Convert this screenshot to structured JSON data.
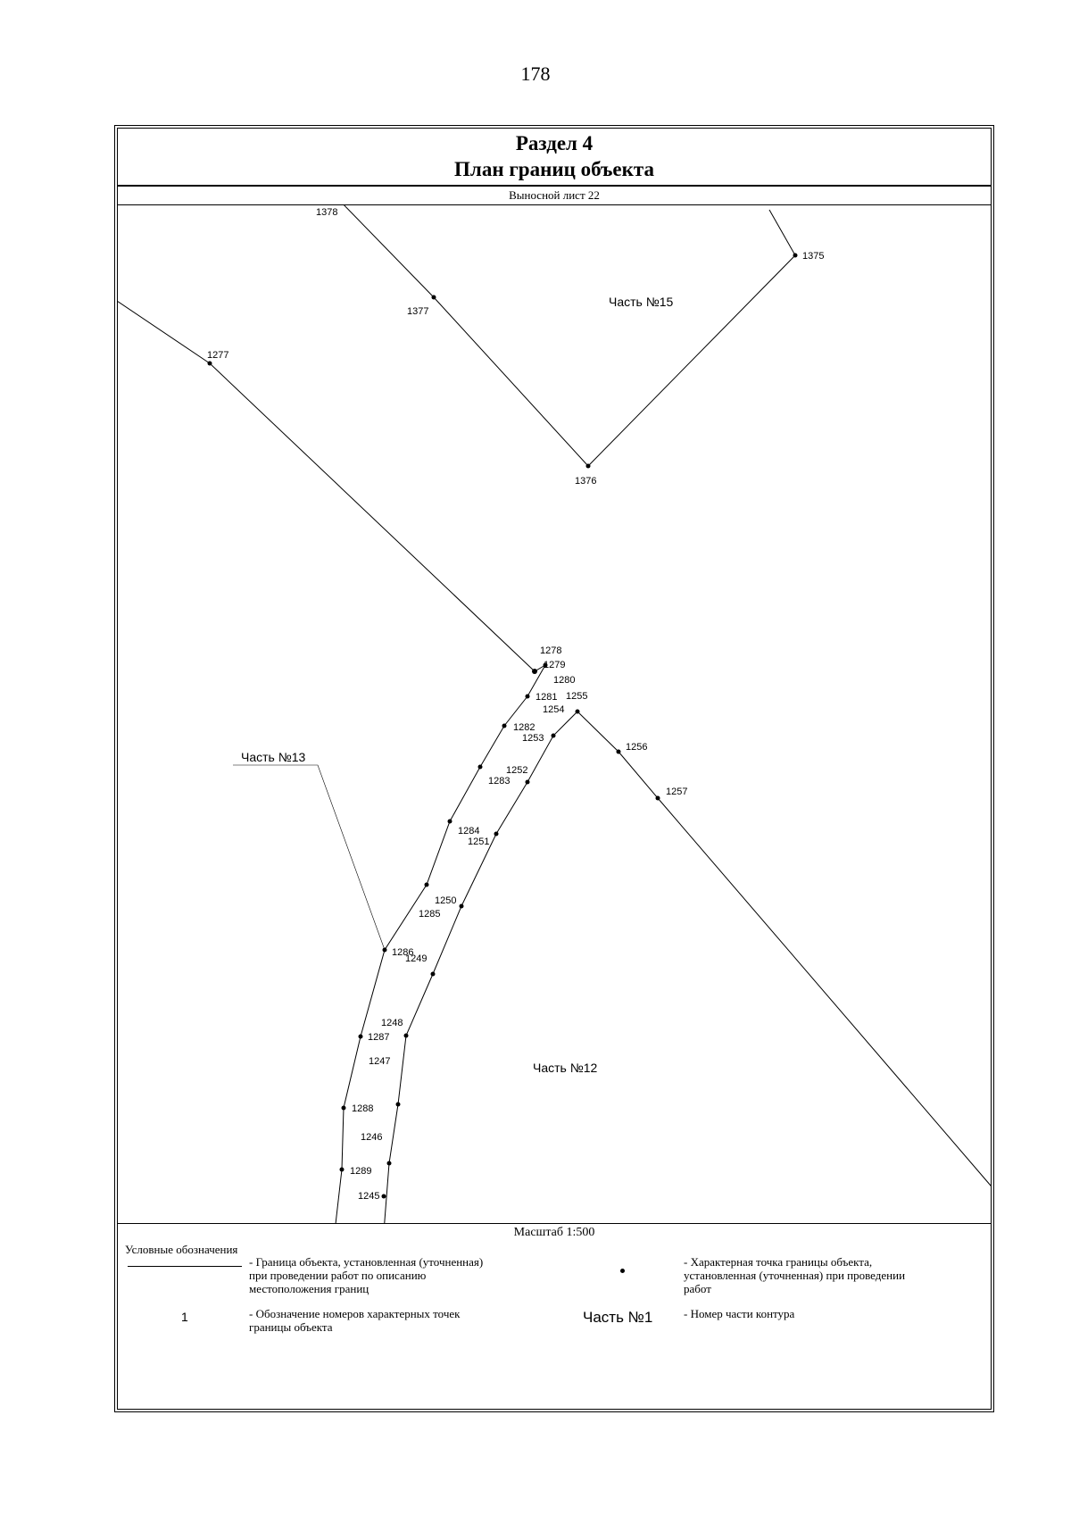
{
  "page_number": "178",
  "title": {
    "line1": "Раздел 4",
    "line2": "План границ объекта"
  },
  "sheet_label": "Выносной лист 22",
  "scale_label": "Масштаб 1:500",
  "parts": {
    "part15": "Часть №15",
    "part13": "Часть №13",
    "part12": "Часть №12"
  },
  "points": {
    "p1375": "1375",
    "p1376": "1376",
    "p1377": "1377",
    "p1378": "1378",
    "p1277": "1277",
    "p1278": "1278",
    "p1279": "1279",
    "p1280": "1280",
    "p1281": "1281",
    "p1282": "1282",
    "p1283": "1283",
    "p1284": "1284",
    "p1285": "1285",
    "p1286": "1286",
    "p1287": "1287",
    "p1288": "1288",
    "p1289": "1289",
    "p1245": "1245",
    "p1246": "1246",
    "p1247": "1247",
    "p1248": "1248",
    "p1249": "1249",
    "p1250": "1250",
    "p1251": "1251",
    "p1252": "1252",
    "p1253": "1253",
    "p1254": "1254",
    "p1255": "1255",
    "p1256": "1256",
    "p1257": "1257"
  },
  "legend": {
    "title": "Условные обозначения",
    "line_desc": [
      "- Граница  объекта, установленная (уточненная)",
      "при проведении работ по описанию",
      "местоположения границ"
    ],
    "point_desc": [
      "- Характерная точка границы объекта,",
      "установленная (уточненная) при проведении",
      "работ"
    ],
    "number_sample": "1",
    "number_desc": [
      "- Обозначение номеров характерных точек",
      "границы объекта"
    ],
    "part_sample": "Часть №1",
    "part_desc": "- Номер части контура"
  }
}
